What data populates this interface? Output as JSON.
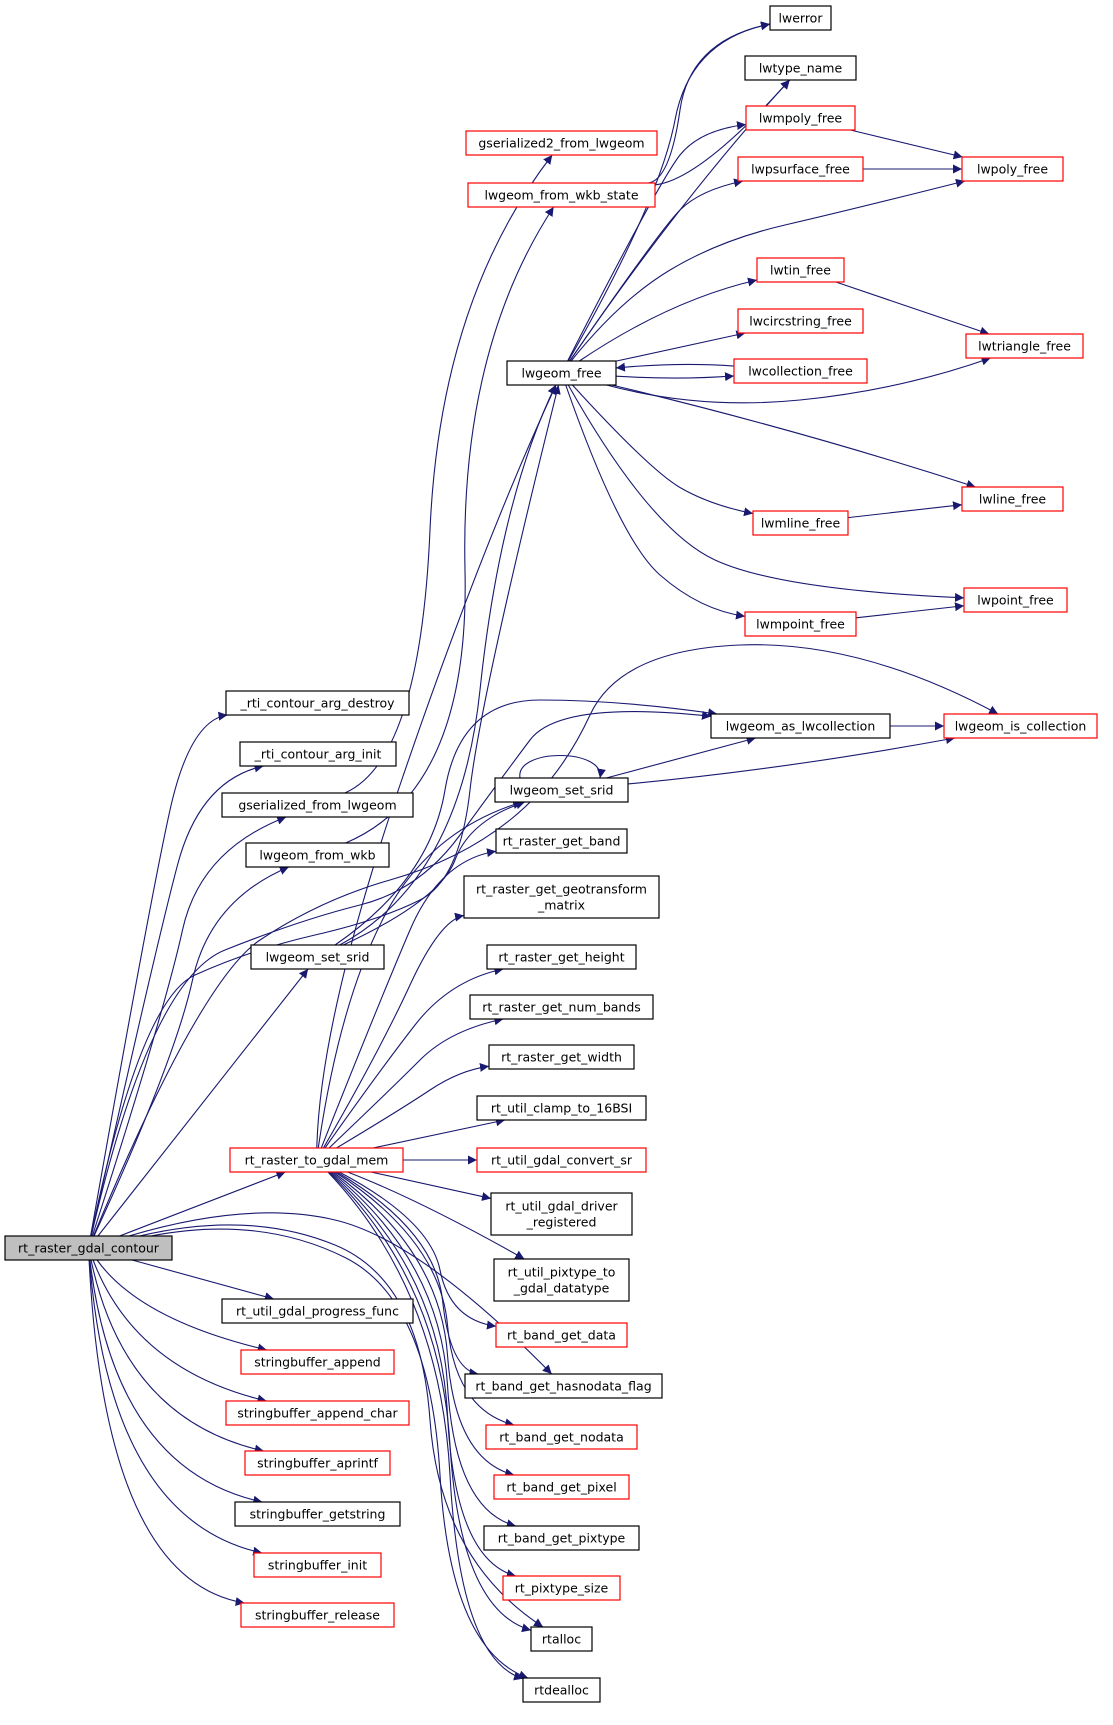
{
  "colors": {
    "edge": "#191970",
    "normal_border": "#000000",
    "linked_border": "#ff0000",
    "root_fill": "#bfbfbf"
  },
  "nodes": [
    {
      "id": "root",
      "lines": [
        "rt_raster_gdal_contour"
      ],
      "style": "root"
    },
    {
      "id": "n_destroy",
      "lines": [
        "_rti_contour_arg_destroy"
      ],
      "style": "black"
    },
    {
      "id": "n_init",
      "lines": [
        "_rti_contour_arg_init"
      ],
      "style": "black"
    },
    {
      "id": "n_gser_from_lwgeom",
      "lines": [
        "gserialized_from_lwgeom"
      ],
      "style": "black"
    },
    {
      "id": "n_lwgeom_from_wkb",
      "lines": [
        "lwgeom_from_wkb"
      ],
      "style": "black"
    },
    {
      "id": "n_lwgeom_set_srid_l",
      "lines": [
        "lwgeom_set_srid"
      ],
      "style": "black"
    },
    {
      "id": "n_rt_raster_to_gdal_mem",
      "lines": [
        "rt_raster_to_gdal_mem"
      ],
      "style": "red"
    },
    {
      "id": "n_progress",
      "lines": [
        "rt_util_gdal_progress_func"
      ],
      "style": "black"
    },
    {
      "id": "n_sb_append",
      "lines": [
        "stringbuffer_append"
      ],
      "style": "red"
    },
    {
      "id": "n_sb_append_char",
      "lines": [
        "stringbuffer_append_char"
      ],
      "style": "red"
    },
    {
      "id": "n_sb_aprintf",
      "lines": [
        "stringbuffer_aprintf"
      ],
      "style": "red"
    },
    {
      "id": "n_sb_getstring",
      "lines": [
        "stringbuffer_getstring"
      ],
      "style": "black"
    },
    {
      "id": "n_sb_init",
      "lines": [
        "stringbuffer_init"
      ],
      "style": "red"
    },
    {
      "id": "n_sb_release",
      "lines": [
        "stringbuffer_release"
      ],
      "style": "red"
    },
    {
      "id": "n_gser2",
      "lines": [
        "gserialized2_from_lwgeom"
      ],
      "style": "red"
    },
    {
      "id": "n_wkb_state",
      "lines": [
        "lwgeom_from_wkb_state"
      ],
      "style": "red"
    },
    {
      "id": "n_lwgeom_free",
      "lines": [
        "lwgeom_free"
      ],
      "style": "black"
    },
    {
      "id": "n_lwgeom_set_srid_r",
      "lines": [
        "lwgeom_set_srid"
      ],
      "style": "black"
    },
    {
      "id": "n_get_band",
      "lines": [
        "rt_raster_get_band"
      ],
      "style": "black"
    },
    {
      "id": "n_geotransform",
      "lines": [
        "rt_raster_get_geotransform",
        "_matrix"
      ],
      "style": "black"
    },
    {
      "id": "n_get_height",
      "lines": [
        "rt_raster_get_height"
      ],
      "style": "black"
    },
    {
      "id": "n_get_num_bands",
      "lines": [
        "rt_raster_get_num_bands"
      ],
      "style": "black"
    },
    {
      "id": "n_get_width",
      "lines": [
        "rt_raster_get_width"
      ],
      "style": "black"
    },
    {
      "id": "n_clamp",
      "lines": [
        "rt_util_clamp_to_16BSI"
      ],
      "style": "black"
    },
    {
      "id": "n_convert_sr",
      "lines": [
        "rt_util_gdal_convert_sr"
      ],
      "style": "red"
    },
    {
      "id": "n_driver_reg",
      "lines": [
        "rt_util_gdal_driver",
        "_registered"
      ],
      "style": "black"
    },
    {
      "id": "n_pixtype_to",
      "lines": [
        "rt_util_pixtype_to",
        "_gdal_datatype"
      ],
      "style": "black"
    },
    {
      "id": "n_band_get_data",
      "lines": [
        "rt_band_get_data"
      ],
      "style": "red"
    },
    {
      "id": "n_hasnodata",
      "lines": [
        "rt_band_get_hasnodata_flag"
      ],
      "style": "black"
    },
    {
      "id": "n_nodata",
      "lines": [
        "rt_band_get_nodata"
      ],
      "style": "red"
    },
    {
      "id": "n_pixel",
      "lines": [
        "rt_band_get_pixel"
      ],
      "style": "red"
    },
    {
      "id": "n_pixtype",
      "lines": [
        "rt_band_get_pixtype"
      ],
      "style": "black"
    },
    {
      "id": "n_pixtype_size",
      "lines": [
        "rt_pixtype_size"
      ],
      "style": "red"
    },
    {
      "id": "n_rtalloc",
      "lines": [
        "rtalloc"
      ],
      "style": "black"
    },
    {
      "id": "n_rtdealloc",
      "lines": [
        "rtdealloc"
      ],
      "style": "black"
    },
    {
      "id": "n_lwerror",
      "lines": [
        "lwerror"
      ],
      "style": "black"
    },
    {
      "id": "n_lwtype_name",
      "lines": [
        "lwtype_name"
      ],
      "style": "black"
    },
    {
      "id": "n_lwmpoly_free",
      "lines": [
        "lwmpoly_free"
      ],
      "style": "red"
    },
    {
      "id": "n_lwpsurface_free",
      "lines": [
        "lwpsurface_free"
      ],
      "style": "red"
    },
    {
      "id": "n_lwtin_free",
      "lines": [
        "lwtin_free"
      ],
      "style": "red"
    },
    {
      "id": "n_lwcircstring_free",
      "lines": [
        "lwcircstring_free"
      ],
      "style": "red"
    },
    {
      "id": "n_lwcollection_free",
      "lines": [
        "lwcollection_free"
      ],
      "style": "red"
    },
    {
      "id": "n_lwmline_free",
      "lines": [
        "lwmline_free"
      ],
      "style": "red"
    },
    {
      "id": "n_lwmpoint_free",
      "lines": [
        "lwmpoint_free"
      ],
      "style": "red"
    },
    {
      "id": "n_lwgeom_as_lwcollection",
      "lines": [
        "lwgeom_as_lwcollection"
      ],
      "style": "black"
    },
    {
      "id": "n_lwpoly_free",
      "lines": [
        "lwpoly_free"
      ],
      "style": "red"
    },
    {
      "id": "n_lwtriangle_free",
      "lines": [
        "lwtriangle_free"
      ],
      "style": "red"
    },
    {
      "id": "n_lwline_free",
      "lines": [
        "lwline_free"
      ],
      "style": "red"
    },
    {
      "id": "n_lwpoint_free",
      "lines": [
        "lwpoint_free"
      ],
      "style": "red"
    },
    {
      "id": "n_lwgeom_is_collection",
      "lines": [
        "lwgeom_is_collection"
      ],
      "style": "red"
    }
  ]
}
